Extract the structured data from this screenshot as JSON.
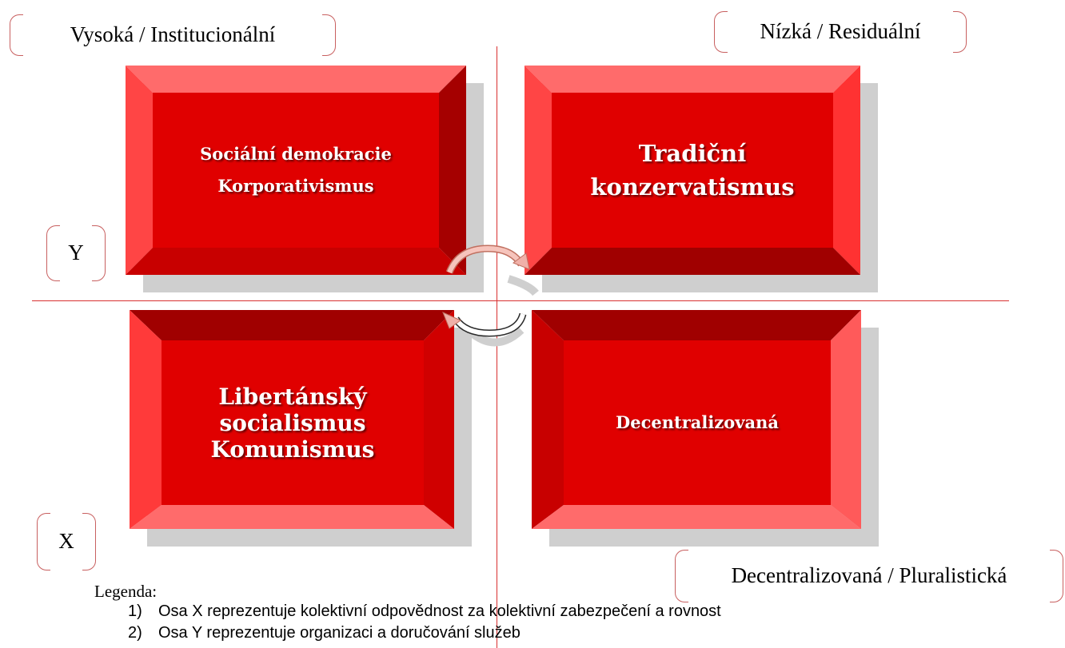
{
  "quadrants": {
    "top_left": [
      "Sociální demokracie",
      "Korporativismus"
    ],
    "top_right": [
      "Tradiční",
      "konzervatismus"
    ],
    "bottom_left": [
      "Libertánský",
      "socialismus",
      "Komunismus"
    ],
    "bottom_right": [
      "Decentralizovaná"
    ]
  },
  "labels": {
    "top_left": "Vysoká / Institucionální",
    "top_right": "Nízká / Residuální",
    "bottom_right": "Decentralizovaná / Pluralistická",
    "y_axis": "Y",
    "x_axis": "X"
  },
  "legend": {
    "title": "Legenda:",
    "items": [
      {
        "num": "1)",
        "text": "Osa X reprezentuje kolektivní odpovědnost za kolektivní zabezpečení a rovnost"
      },
      {
        "num": "2)",
        "text": "Osa Y reprezentuje organizaci a doručování služeb"
      }
    ]
  },
  "colors": {
    "face": "#e00000",
    "axis": "#d93030",
    "bevel_light": "#ff6b6b",
    "bevel_mid": "#ff3232",
    "bevel_dark": "#a00000",
    "bevel_darker": "#c80000",
    "shadow": "#cfcfcf",
    "cycle_arrow": "#f0b0a8"
  }
}
